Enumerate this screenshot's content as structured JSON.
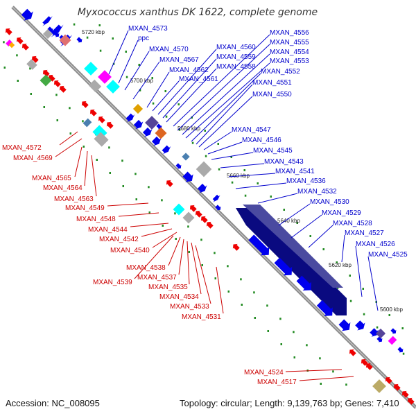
{
  "title": "Myxococcus xanthus DK 1622, complete genome",
  "accession": "Accession: NC_008095",
  "summary": "Topology: circular; Length: 9,139,763 bp; Genes: 7,410",
  "colors": {
    "backbone": "#8c8c8c",
    "forward_gene": "#0000ee",
    "reverse_gene": "#ee0000",
    "forward_label": "#0000cc",
    "reverse_label": "#cc0000",
    "dots": "#228b22",
    "dark_block": "#0a0a80",
    "cyan": "#00ffff",
    "magenta": "#ff00ff",
    "grey": "#aaaaaa"
  },
  "position_ticks": [
    "5720 kbp",
    "5700 kbp",
    "5680 kbp",
    "5660 kbp",
    "5640 kbp",
    "5620 kbp",
    "5600 kbp"
  ],
  "forward_labels": [
    "MXAN_4573",
    "ppc",
    "MXAN_4570",
    "MXAN_4567",
    "MXAN_4562",
    "MXAN_4561",
    "MXAN_4560",
    "MXAN_4559",
    "MXAN_4558",
    "MXAN_4556",
    "MXAN_4555",
    "MXAN_4554",
    "MXAN_4553",
    "MXAN_4552",
    "MXAN_4551",
    "MXAN_4550",
    "MXAN_4547",
    "MXAN_4546",
    "MXAN_4545",
    "MXAN_4543",
    "MXAN_4541",
    "MXAN_4536",
    "MXAN_4532",
    "MXAN_4530",
    "MXAN_4529",
    "MXAN_4528",
    "MXAN_4527",
    "MXAN_4526",
    "MXAN_4525"
  ],
  "reverse_labels": [
    "MXAN_4572",
    "MXAN_4569",
    "MXAN_4565",
    "MXAN_4564",
    "MXAN_4563",
    "MXAN_4549",
    "MXAN_4548",
    "MXAN_4544",
    "MXAN_4542",
    "MXAN_4540",
    "MXAN_4538",
    "MXAN_4537",
    "MXAN_4539",
    "MXAN_4535",
    "MXAN_4534",
    "MXAN_4533",
    "MXAN_4531",
    "MXAN_4524",
    "MXAN_4517"
  ]
}
